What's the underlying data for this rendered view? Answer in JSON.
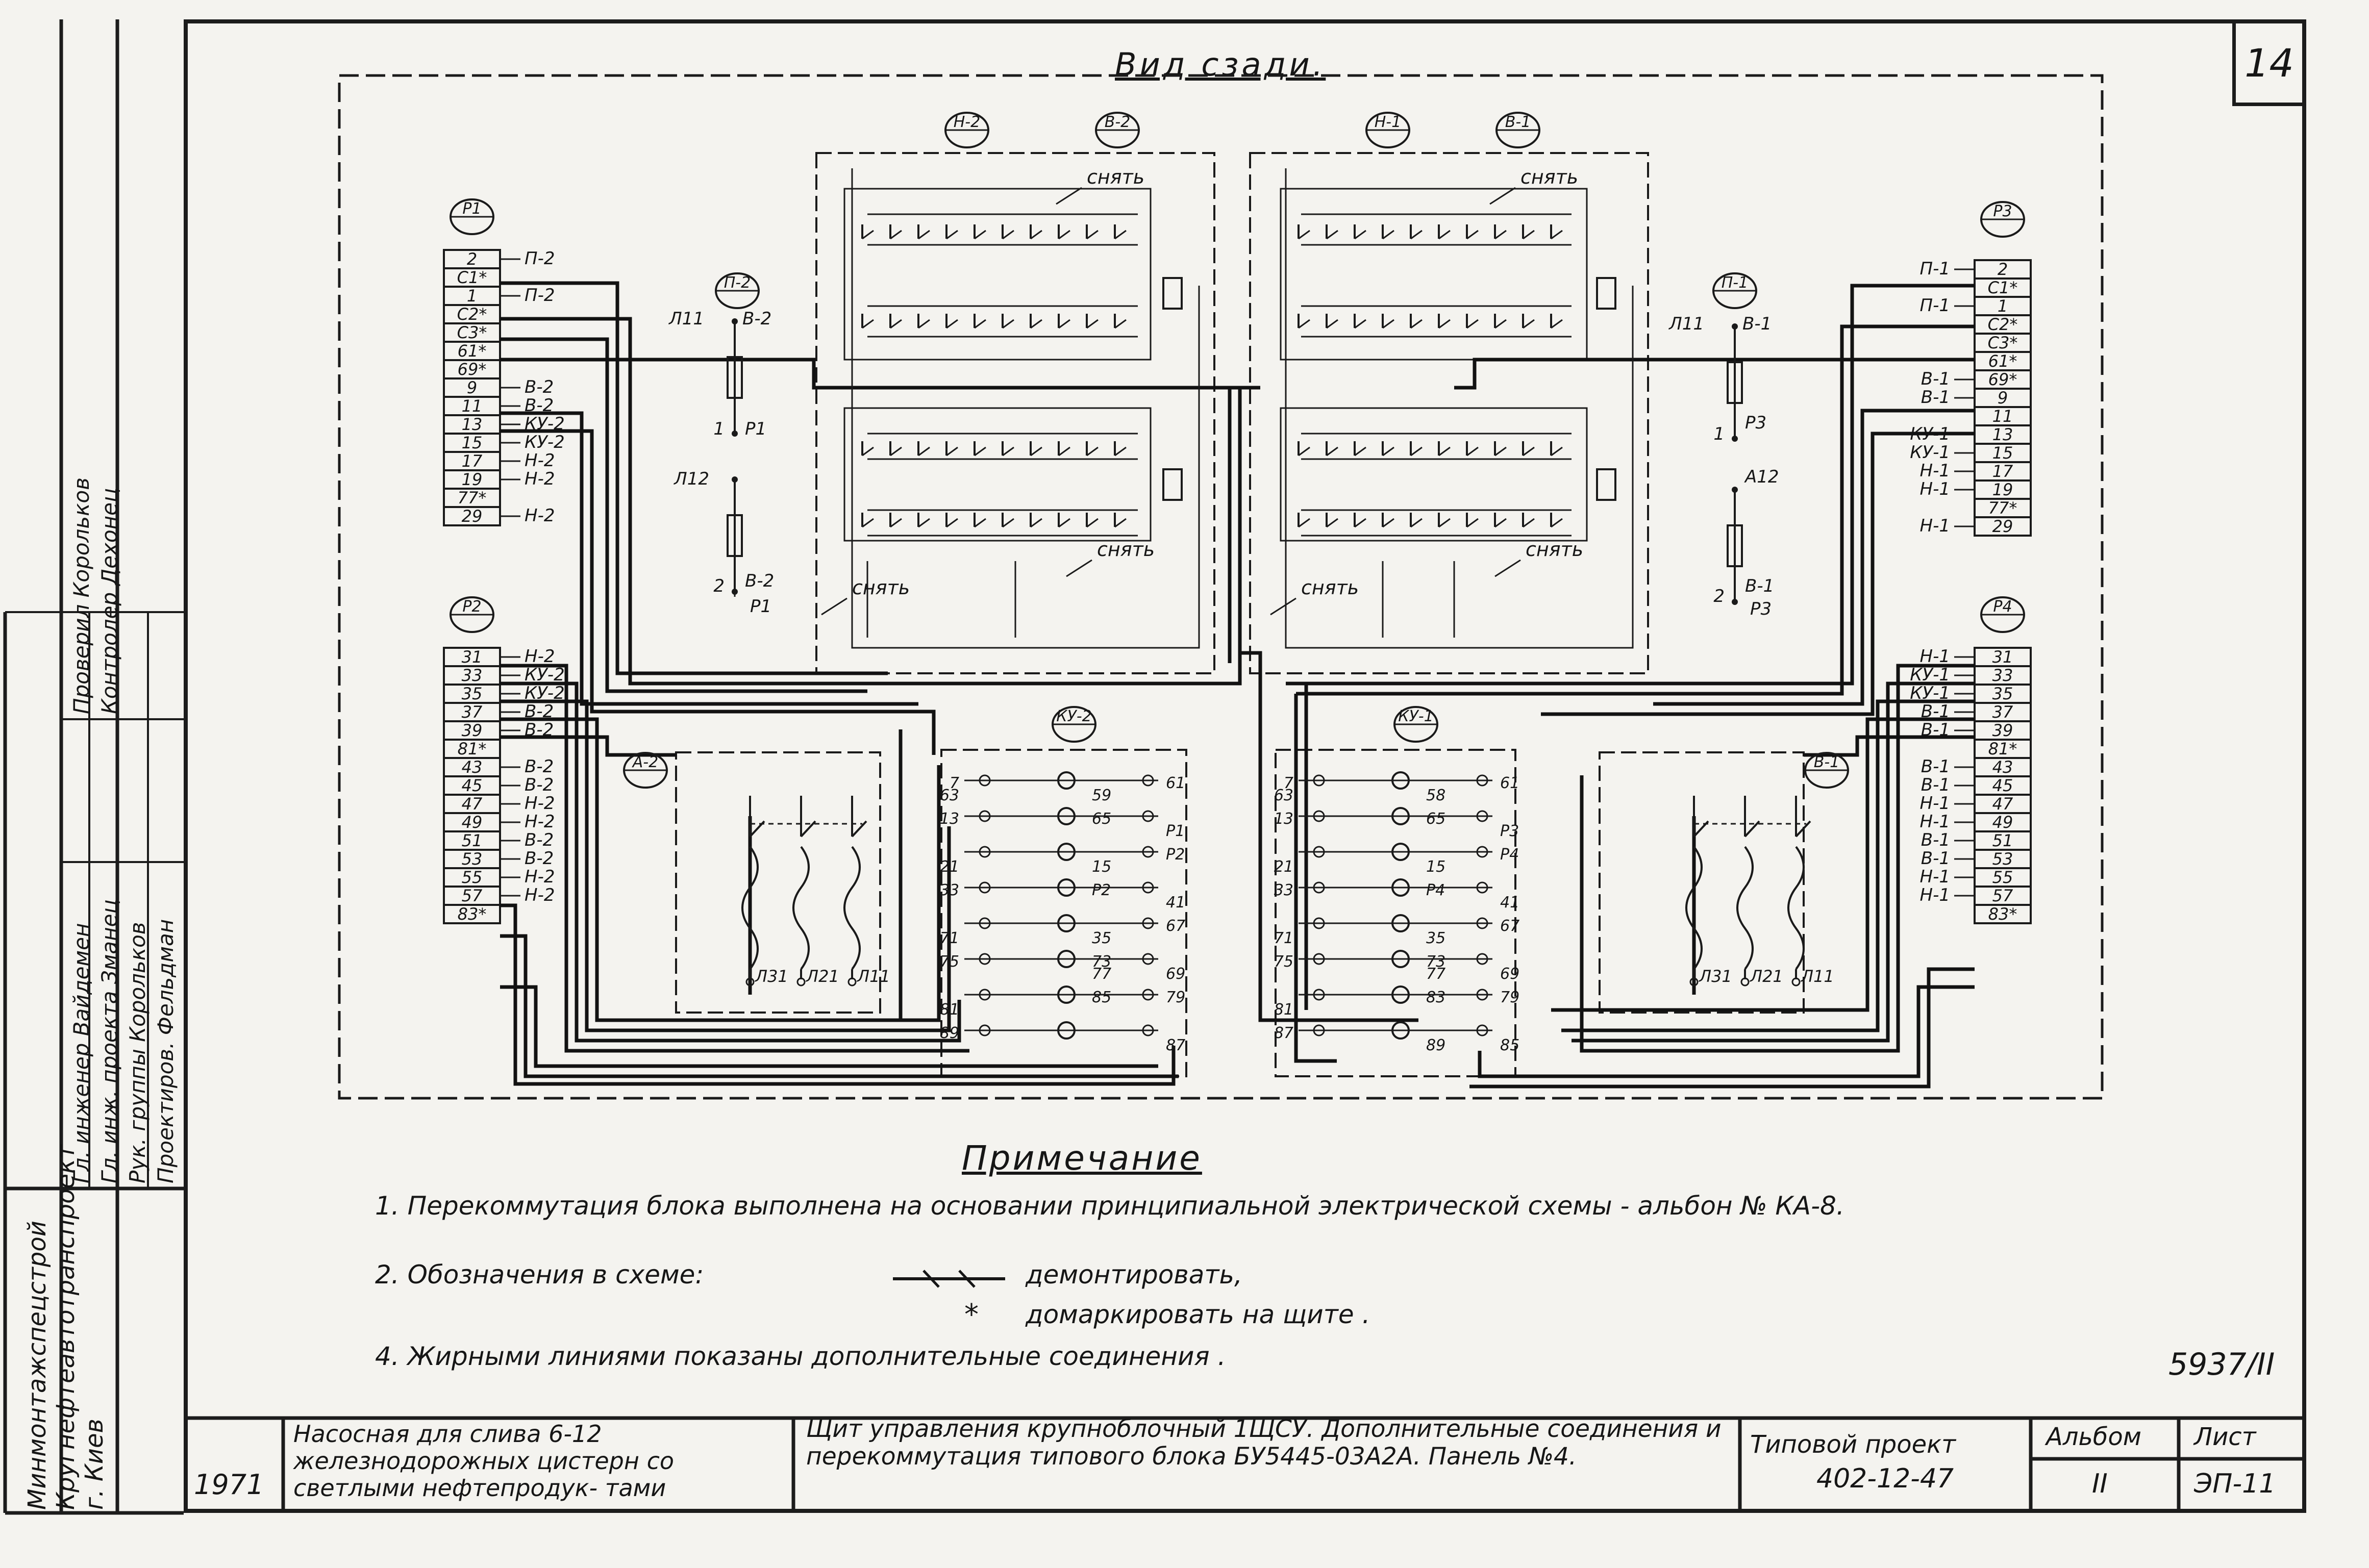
{
  "header": {
    "view_title": "Вид сзади.",
    "sheet_number": "14"
  },
  "diagram": {
    "sheet_labels": {
      "p1": "Р1",
      "p2": "Р2",
      "p3": "Р3",
      "p4": "Р4",
      "n2": "Н-2",
      "v2": "В-2",
      "n1": "Н-1",
      "v1": "В-1",
      "pp2": "П-2",
      "pp1": "П-1",
      "ku2": "КУ-2",
      "ku1": "КУ-1",
      "a2": "А-2",
      "b1": "В-1"
    },
    "remove_label": "снять",
    "left_strip_top": [
      {
        "term": "2",
        "wire": "П-2"
      },
      {
        "term": "С1*",
        "wire": ""
      },
      {
        "term": "1",
        "wire": "П-2"
      },
      {
        "term": "С2*",
        "wire": ""
      },
      {
        "term": "С3*",
        "wire": ""
      },
      {
        "term": "61*",
        "wire": ""
      },
      {
        "term": "69*",
        "wire": ""
      },
      {
        "term": "9",
        "wire": "В-2"
      },
      {
        "term": "11",
        "wire": "В-2"
      },
      {
        "term": "13",
        "wire": "КУ-2"
      },
      {
        "term": "15",
        "wire": "КУ-2"
      },
      {
        "term": "17",
        "wire": "Н-2"
      },
      {
        "term": "19",
        "wire": "Н-2"
      },
      {
        "term": "77*",
        "wire": ""
      },
      {
        "term": "29",
        "wire": "Н-2"
      }
    ],
    "left_strip_bottom": [
      {
        "term": "31",
        "wire": "Н-2"
      },
      {
        "term": "33",
        "wire": "КУ-2"
      },
      {
        "term": "35",
        "wire": "КУ-2"
      },
      {
        "term": "37",
        "wire": "В-2"
      },
      {
        "term": "39",
        "wire": "В-2"
      },
      {
        "term": "81*",
        "wire": ""
      },
      {
        "term": "43",
        "wire": "В-2"
      },
      {
        "term": "45",
        "wire": "В-2"
      },
      {
        "term": "47",
        "wire": "Н-2"
      },
      {
        "term": "49",
        "wire": "Н-2"
      },
      {
        "term": "51",
        "wire": "В-2"
      },
      {
        "term": "53",
        "wire": "В-2"
      },
      {
        "term": "55",
        "wire": "Н-2"
      },
      {
        "term": "57",
        "wire": "Н-2"
      },
      {
        "term": "83*",
        "wire": ""
      }
    ],
    "right_strip_top": [
      {
        "term": "2",
        "wire": "П-1"
      },
      {
        "term": "С1*",
        "wire": ""
      },
      {
        "term": "1",
        "wire": "П-1"
      },
      {
        "term": "С2*",
        "wire": ""
      },
      {
        "term": "С3*",
        "wire": ""
      },
      {
        "term": "61*",
        "wire": ""
      },
      {
        "term": "69*",
        "wire": "В-1"
      },
      {
        "term": "9",
        "wire": "В-1"
      },
      {
        "term": "11",
        "wire": ""
      },
      {
        "term": "13",
        "wire": "КУ-1"
      },
      {
        "term": "15",
        "wire": "КУ-1"
      },
      {
        "term": "17",
        "wire": "Н-1"
      },
      {
        "term": "19",
        "wire": "Н-1"
      },
      {
        "term": "77*",
        "wire": ""
      },
      {
        "term": "29",
        "wire": "Н-1"
      }
    ],
    "right_strip_bottom": [
      {
        "term": "31",
        "wire": "Н-1"
      },
      {
        "term": "33",
        "wire": "КУ-1"
      },
      {
        "term": "35",
        "wire": "КУ-1"
      },
      {
        "term": "37",
        "wire": "В-1"
      },
      {
        "term": "39",
        "wire": "В-1"
      },
      {
        "term": "81*",
        "wire": ""
      },
      {
        "term": "43",
        "wire": "В-1"
      },
      {
        "term": "45",
        "wire": "В-1"
      },
      {
        "term": "47",
        "wire": "Н-1"
      },
      {
        "term": "49",
        "wire": "Н-1"
      },
      {
        "term": "51",
        "wire": "В-1"
      },
      {
        "term": "53",
        "wire": "В-1"
      },
      {
        "term": "55",
        "wire": "Н-1"
      },
      {
        "term": "57",
        "wire": "Н-1"
      },
      {
        "term": "83*",
        "wire": ""
      }
    ],
    "fuse_left": {
      "top_in": "Л11",
      "top_out": "В-2",
      "top_bottom": "1",
      "top_p": "Р1",
      "bot_in": "Л12",
      "bot_bottom": "2",
      "bot_out": "В-2",
      "bot_p": "Р1"
    },
    "fuse_right": {
      "top_in": "Л11",
      "top_out": "В-1",
      "top_bottom": "1",
      "top_p": "Р3",
      "bot_in": "А12",
      "bot_bottom": "2",
      "bot_out": "В-1",
      "bot_p": "Р3"
    },
    "motor_labels": [
      "Л31",
      "Л21",
      "Л11"
    ],
    "switch_left_terms": [
      "7",
      "59",
      "61",
      "63",
      "65",
      "Р1",
      "13",
      "15",
      "Р2",
      "21",
      "Р2",
      "41",
      "33",
      "35",
      "67",
      "71",
      "73",
      "69",
      "75",
      "77",
      "79",
      "81",
      "85",
      "87",
      "89"
    ],
    "switch_right_terms": [
      "7",
      "58",
      "61",
      "63",
      "65",
      "Р3",
      "13",
      "15",
      "Р4",
      "21",
      "Р4",
      "41",
      "33",
      "35",
      "67",
      "71",
      "73",
      "69",
      "75",
      "77",
      "79",
      "81",
      "83",
      "85",
      "87",
      "89"
    ]
  },
  "notes": {
    "title": "Примечание",
    "line1": "1. Перекоммутация   блока   выполнена на основании принципиальной электрической схемы - альбон № КА-8.",
    "line2_prefix": "2. Обозначения   в схеме:",
    "line2_a": "демонтировать,",
    "line2_b": "домаркировать  на  щите .",
    "line4": "4. Жирными    линиями    показаны   дополнительные   соединения ."
  },
  "stamp": {
    "code": "5937/II",
    "year": "1971",
    "object": "Насосная для слива 6-12 железнодорожных цистерн со светлыми нефтепродук- тами",
    "title": "Щит управления крупноблочный 1ЩСУ. Дополнительные соединения и перекоммутация типового блока БУ5445-03А2А. Панель №4.",
    "project_label": "Типовой проект",
    "project_no": "402-12-47",
    "album_label": "Альбом",
    "album_no": "II",
    "sheet_label": "Лист",
    "sheet_no": "ЭП-11"
  },
  "side_block": {
    "org": "Минмонтажспецстрой Кругнефтеавтотранспроект г. Киев",
    "rows": [
      {
        "role": "Гл. инженер",
        "name": "Вайдемен"
      },
      {
        "role": "Гл. инж. проекта",
        "name": "Зманец"
      },
      {
        "role": "Рук. группы",
        "name": "Корольков"
      },
      {
        "role": "Проектиров.",
        "name": "Фельдман"
      },
      {
        "role": "Проверил",
        "name": "Корольков"
      },
      {
        "role": "Контролер",
        "name": "Дехонец"
      }
    ]
  }
}
